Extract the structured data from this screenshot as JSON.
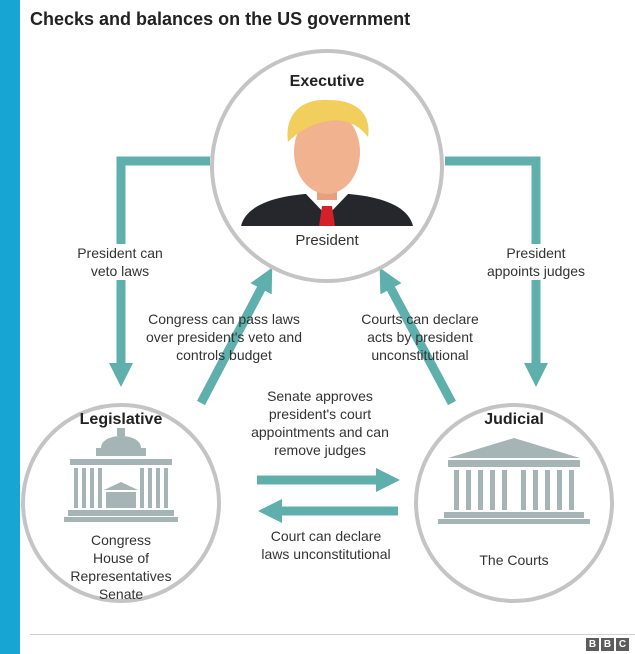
{
  "title": "Checks and balances on the US government",
  "branches": {
    "executive": {
      "heading": "Executive",
      "caption": "President"
    },
    "legislative": {
      "heading": "Legislative",
      "caption": "Congress\nHouse of\nRepresentatives\nSenate"
    },
    "judicial": {
      "heading": "Judicial",
      "caption": "The Courts"
    }
  },
  "checks": {
    "veto": "President can\nveto laws",
    "appoints": "President\nappoints judges",
    "override": "Congress can pass laws\nover president's veto and\ncontrols budget",
    "declare_acts": "Courts can declare\nacts by president\nunconstitutional",
    "senate": "Senate approves\npresident's court\nappointments and can\nremove judges",
    "declare_laws": "Court can declare\nlaws unconstitutional"
  },
  "footer": {
    "logo": [
      "B",
      "B",
      "C"
    ]
  },
  "colors": {
    "accent_bar": "#17a6d3",
    "arrow": "#5fb0ad",
    "circle": "#c4c4c4",
    "hair": "#f2cf5c",
    "skin": "#f0b28f",
    "suit": "#25272d",
    "tie": "#d42028"
  }
}
